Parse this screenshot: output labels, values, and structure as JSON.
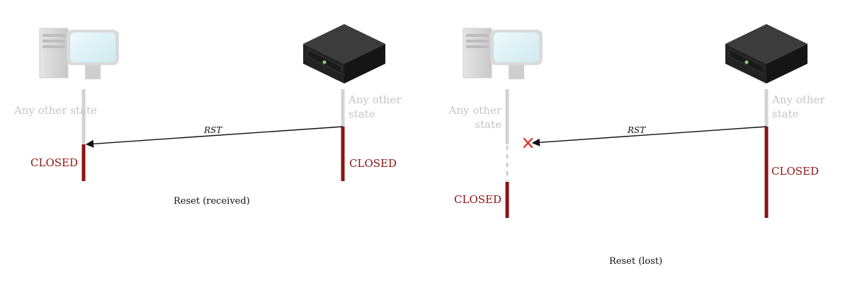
{
  "colors": {
    "grey_line": "#d3d3d3",
    "closed_red": "#8a1414",
    "arrow": "#111111",
    "lost_marker": "#e0302a",
    "any_state_text": "#c6c6c6"
  },
  "panels": [
    {
      "caption": "Reset (received)",
      "client": {
        "icon": "desktop-computer-icon",
        "initial_state": "Any other state",
        "final_state": "CLOSED"
      },
      "server": {
        "icon": "server-icon",
        "initial_state": "Any other state",
        "final_state": "CLOSED"
      },
      "message": {
        "label": "RST",
        "direction": "server-to-client",
        "delivered": true
      }
    },
    {
      "caption": "Reset (lost)",
      "client": {
        "icon": "desktop-computer-icon",
        "initial_state": "Any other state",
        "final_state": "CLOSED"
      },
      "server": {
        "icon": "server-icon",
        "initial_state": "Any other state",
        "final_state": "CLOSED"
      },
      "message": {
        "label": "RST",
        "direction": "server-to-client",
        "delivered": false,
        "lost_marker_icon": "red-x-icon"
      }
    }
  ]
}
